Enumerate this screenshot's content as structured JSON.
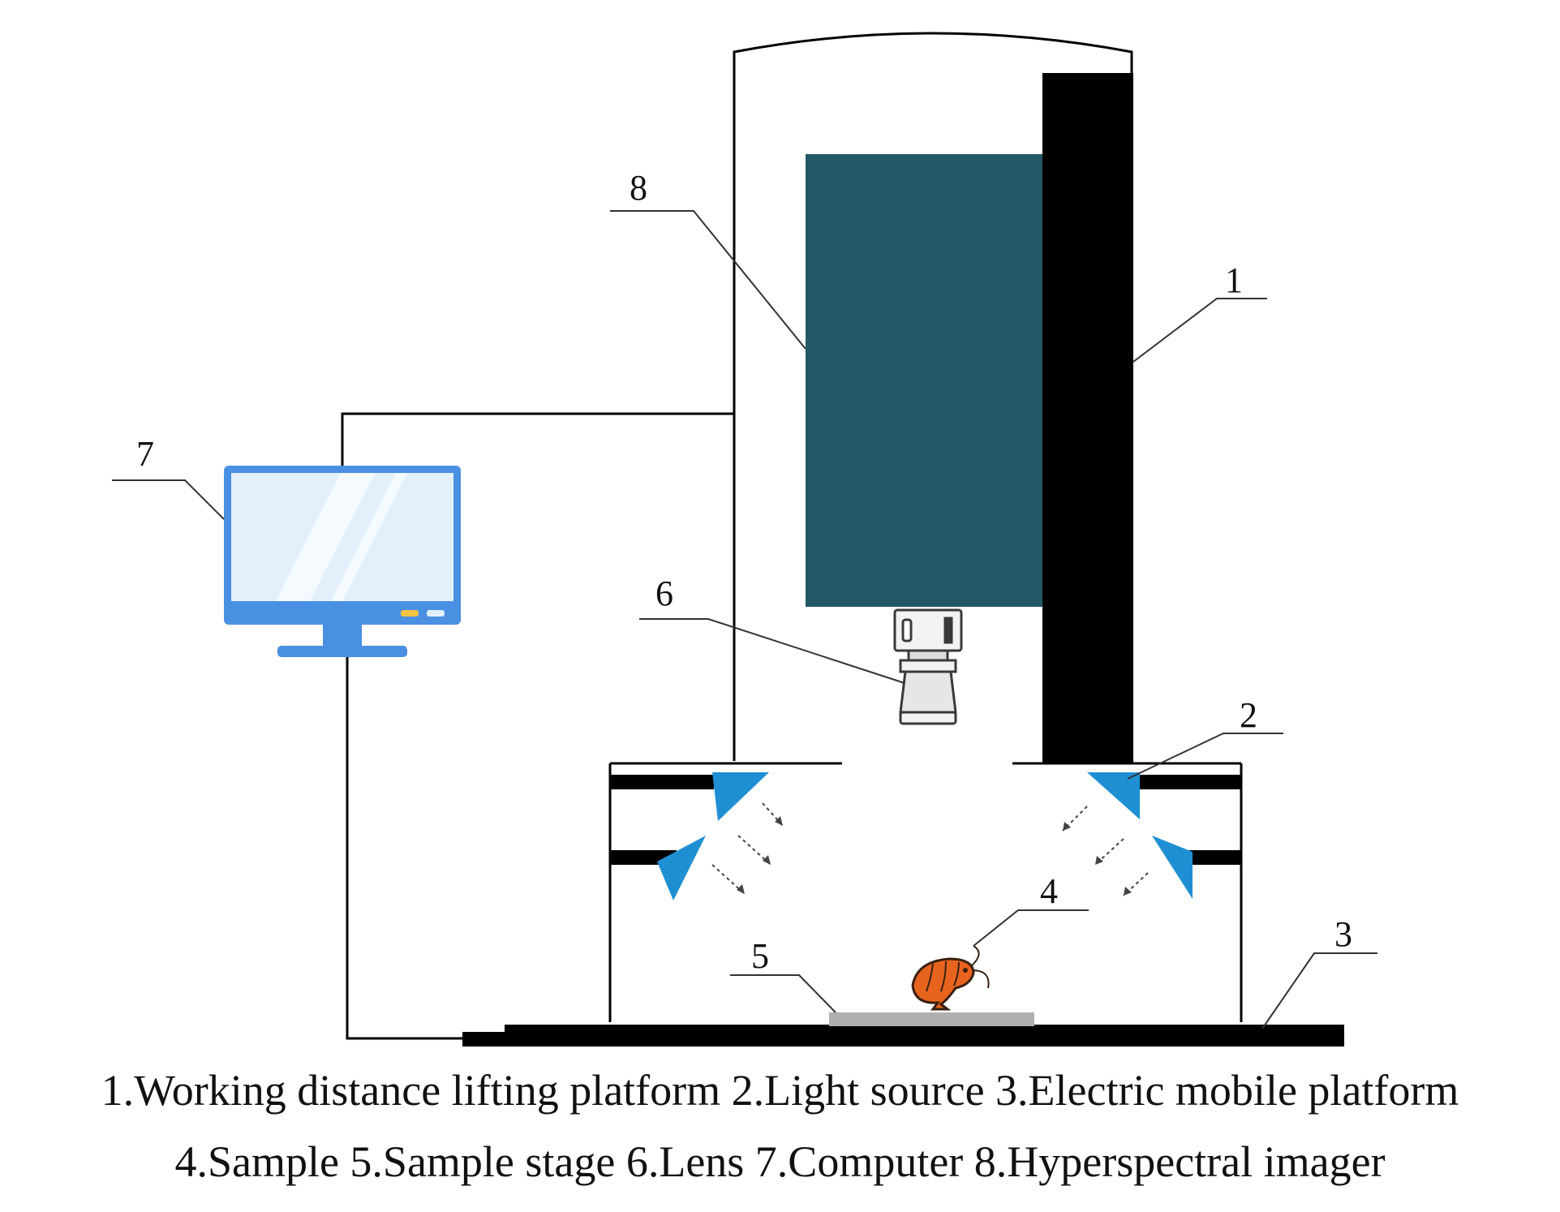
{
  "labels": {
    "n1": "1",
    "n2": "2",
    "n3": "3",
    "n4": "4",
    "n5": "5",
    "n6": "6",
    "n7": "7",
    "n8": "8"
  },
  "caption": {
    "line1": "1.Working distance lifting platform 2.Light source 3.Electric mobile platform",
    "line2": "4.Sample 5.Sample stage 6.Lens 7.Computer 8.Hyperspectral imager"
  },
  "colors": {
    "imager": "#235868",
    "light_source": "#1f8fd4",
    "monitor_frame": "#4a90e2",
    "monitor_screen": "#e3f0fb",
    "sample_stage": "#b0b0b0",
    "sample": "#e8641e",
    "structure": "#000000"
  }
}
